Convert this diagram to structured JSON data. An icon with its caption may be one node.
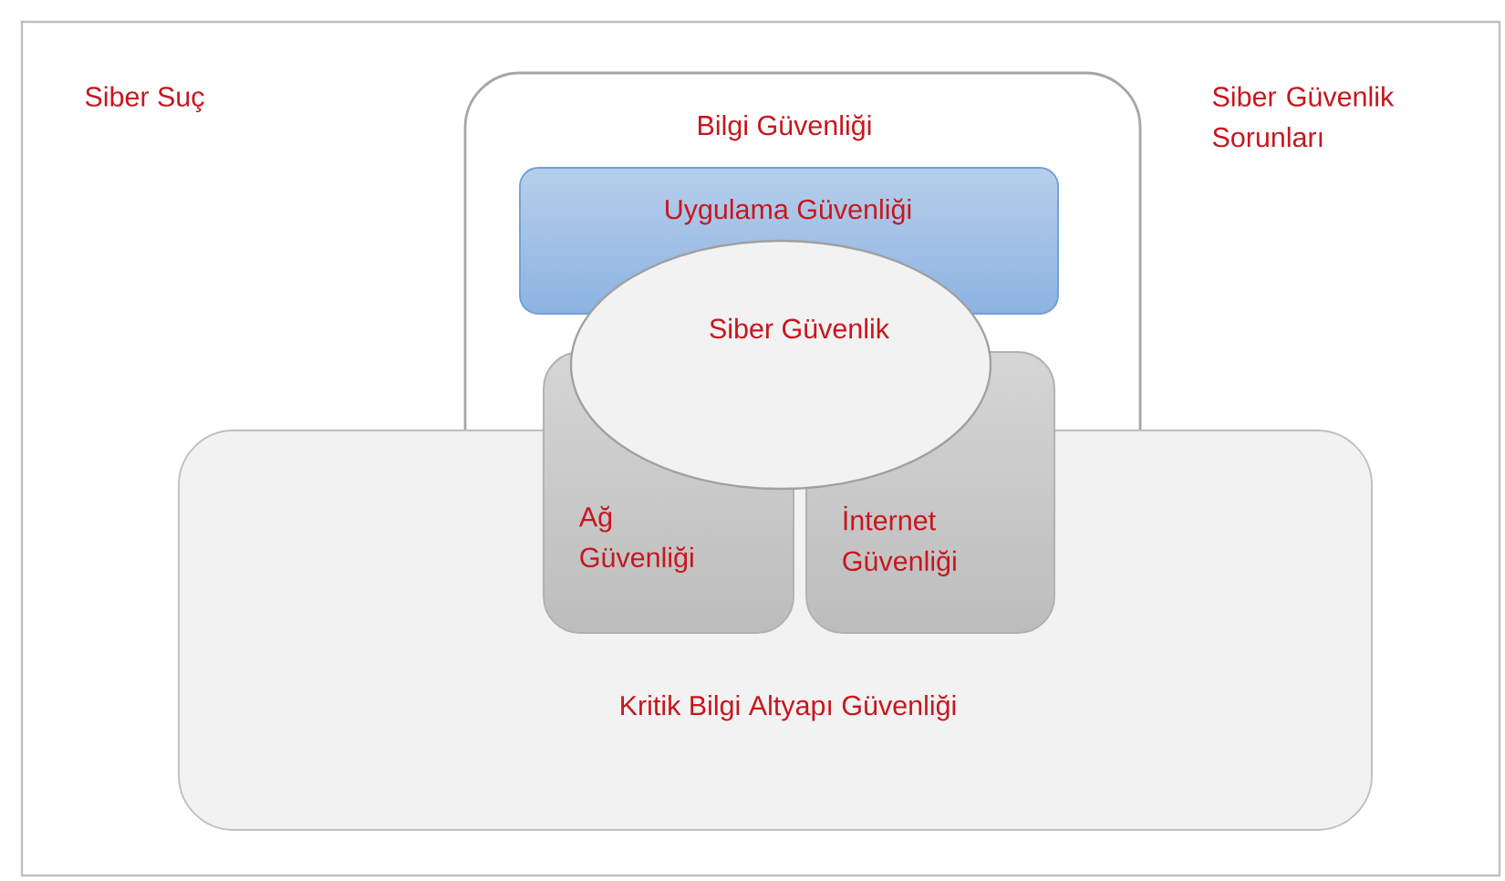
{
  "diagram": {
    "nodes": [
      {
        "text": [
          "Bilgi Güvenliği"
        ]
      },
      {
        "text": [
          "Uygulama Güvenliği"
        ],
        "in": 0
      },
      {
        "text": [
          "Kritik Bilgi Altyapı Güvenliği"
        ]
      },
      {
        "text": [
          "Ağ Güvenliği"
        ]
      },
      {
        "text": [
          "İnternet Güvenliği"
        ]
      },
      {
        "text": [
          "Siber Güvenlik"
        ]
      }
    ],
    "labels": [
      "Siber Suç",
      "Siber Güvenlik Sorunları"
    ]
  }
}
